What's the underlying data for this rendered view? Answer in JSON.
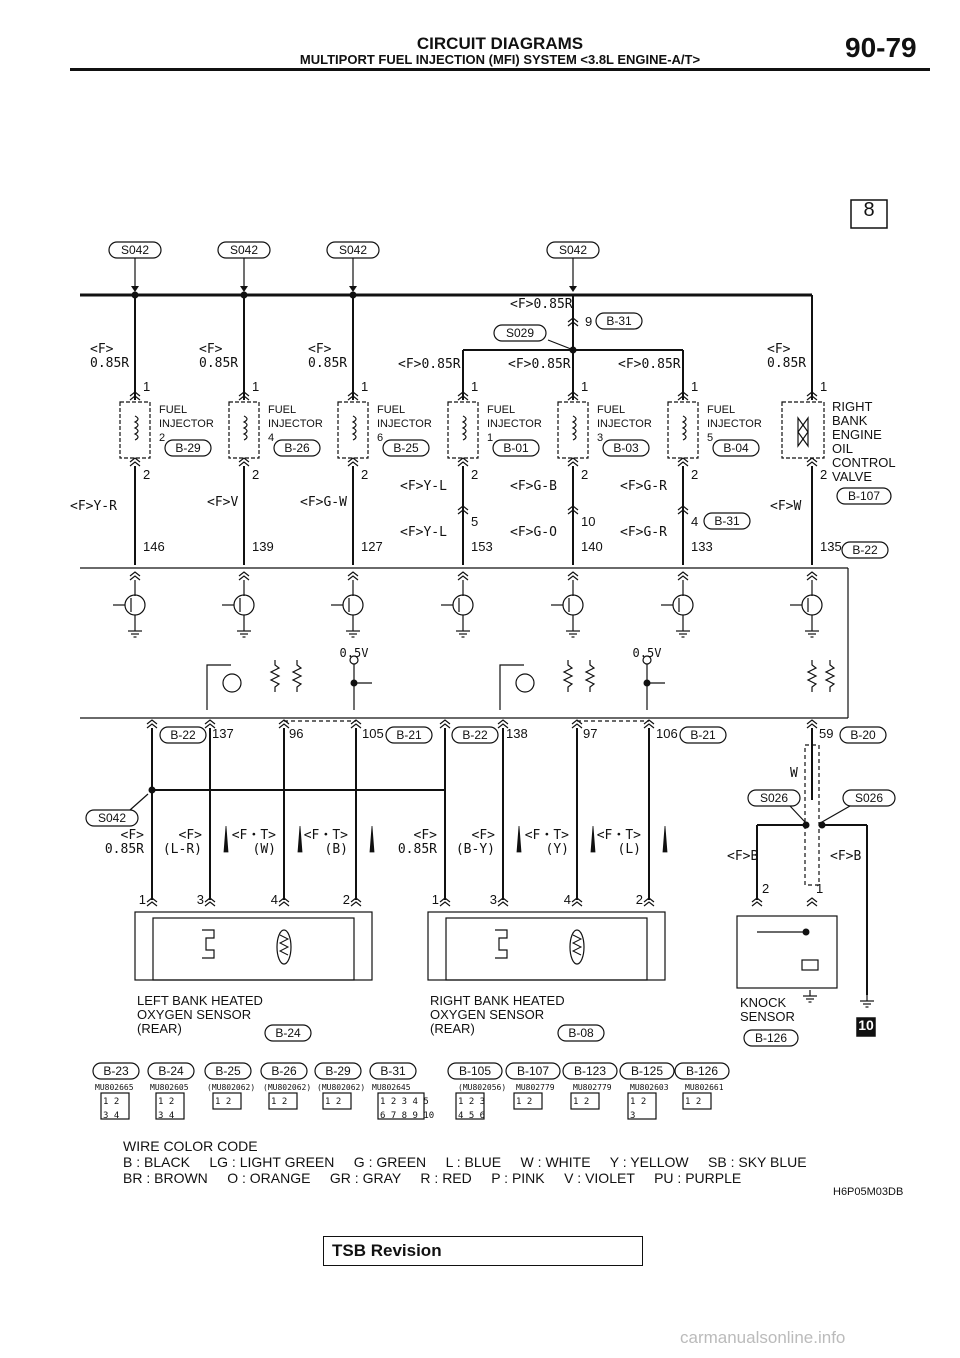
{
  "header": {
    "title": "CIRCUIT DIAGRAMS",
    "subtitle": "MULTIPORT FUEL INJECTION (MFI) SYSTEM <3.8L ENGINE-A/T>",
    "page_number": "90-79"
  },
  "sheet_number": "8",
  "continuation_number": "10",
  "diagram_code": "H6P05M03DB",
  "splices": {
    "s042": "S042",
    "s029": "S029",
    "s026": "S026"
  },
  "top_wire": {
    "f_label": "<F>0.85R",
    "pin": "9",
    "connector": "B-31"
  },
  "injectors": [
    {
      "name": "FUEL\nINJECTOR\n2",
      "connector": "B-29",
      "top_wire": "<F>\n0.85R",
      "bottom_wire": "<F>Y-R",
      "pin_top": "1",
      "pin_bottom": "2",
      "ecu_pin": "146"
    },
    {
      "name": "FUEL\nINJECTOR\n4",
      "connector": "B-26",
      "top_wire": "<F>\n0.85R",
      "bottom_wire": "<F>V",
      "pin_top": "1",
      "pin_bottom": "2",
      "ecu_pin": "139"
    },
    {
      "name": "FUEL\nINJECTOR\n6",
      "connector": "B-25",
      "top_wire": "<F>\n0.85R",
      "bottom_wire": "<F>G-W",
      "pin_top": "1",
      "pin_bottom": "2",
      "ecu_pin": "127"
    },
    {
      "name": "FUEL\nINJECTOR\n1",
      "connector": "B-01",
      "top_wire": "<F>0.85R",
      "bottom_wire": "<F>Y-L",
      "pin_top": "1",
      "pin_bottom": "2",
      "ecu_pin": "153"
    },
    {
      "name": "FUEL\nINJECTOR\n3",
      "connector": "B-03",
      "top_wire": "<F>0.85R",
      "bottom_wire": "<F>G-B",
      "pin_top": "1",
      "pin_bottom": "2",
      "ecu_pin": "140"
    },
    {
      "name": "FUEL\nINJECTOR\n5",
      "connector": "B-04",
      "top_wire": "<F>0.85R",
      "bottom_wire": "<F>G-R",
      "pin_top": "1",
      "pin_bottom": "2",
      "ecu_pin": "133"
    }
  ],
  "oil_valve": {
    "name": "RIGHT\nBANK\nENGINE\nOIL\nCONTROL\nVALVE",
    "connector": "B-107",
    "top_wire": "<F>\n0.85R",
    "bottom_wire": "<F>W",
    "pin_top": "1",
    "pin_bottom": "2",
    "ecu_pin": "135",
    "ecu_connector": "B-22"
  },
  "b31_mid": {
    "wire_153": "<F>Y-L",
    "wire_140": "<F>G-O",
    "wire_133": "<F>G-R",
    "pin_153": "5",
    "pin_140": "10",
    "pin_133": "4",
    "connector": "B-31"
  },
  "ecu_voltage": "0.5V",
  "sensor_ecu_pins": {
    "left_conn": "B-22",
    "left_p1": "137",
    "left_p2": "96",
    "left_p3": "105",
    "left_conn2": "B-21",
    "right_conn": "B-22",
    "right_p1": "138",
    "right_p2": "97",
    "right_p3": "106",
    "right_conn2": "B-21",
    "knock_pin": "59",
    "knock_conn": "B-20"
  },
  "left_sensor": {
    "name": "LEFT BANK HEATED\nOXYGEN SENSOR\n(REAR)",
    "connector": "B-24",
    "wires": [
      "<F>\n0.85R",
      "<F>\n(L-R)",
      "<F・T>\n(W)",
      "<F・T>\n(B)"
    ],
    "pins": [
      "1",
      "3",
      "4",
      "2"
    ]
  },
  "right_sensor": {
    "name": "RIGHT BANK HEATED\nOXYGEN SENSOR\n(REAR)",
    "connector": "B-08",
    "wires": [
      "<F>\n0.85R",
      "<F>\n(B-Y)",
      "<F・T>\n(Y)",
      "<F・T>\n(L)"
    ],
    "pins": [
      "1",
      "3",
      "4",
      "2"
    ]
  },
  "knock_sensor": {
    "name": "KNOCK\nSENSOR",
    "connector": "B-126",
    "shield_color": "W",
    "wire_left": "<F>B",
    "wire_right": "<F>B",
    "pin_left": "2",
    "pin_right": "1"
  },
  "connectors_legend": [
    {
      "id": "B-23",
      "part": "MU802665",
      "pins": "1 2\n3 4"
    },
    {
      "id": "B-24",
      "part": "MU802605",
      "pins": "1 2\n3 4"
    },
    {
      "id": "B-25",
      "part": "(MU802062)",
      "pins": "1 2"
    },
    {
      "id": "B-26",
      "part": "(MU802062)",
      "pins": "1 2"
    },
    {
      "id": "B-29",
      "part": "(MU802062)",
      "pins": "1 2"
    },
    {
      "id": "B-31",
      "part": "MU802645",
      "pins": "1 2 3 4 5\n6 7 8 9 10"
    },
    {
      "id": "B-105",
      "part": "(MU802056)",
      "pins": "1 2 3\n4 5 6"
    },
    {
      "id": "B-107",
      "part": "MU802779",
      "pins": "1 2"
    },
    {
      "id": "B-123",
      "part": "MU802779",
      "pins": "1 2"
    },
    {
      "id": "B-125",
      "part": "MU802603",
      "pins": "1 2\n3"
    },
    {
      "id": "B-126",
      "part": "MU802661",
      "pins": "1 2"
    }
  ],
  "wire_color_code": {
    "title": "WIRE COLOR CODE",
    "line1": "B : BLACK     LG : LIGHT GREEN     G : GREEN     L : BLUE     W : WHITE     Y : YELLOW     SB : SKY BLUE",
    "line2": "BR : BROWN     O : ORANGE     GR : GRAY     R : RED     P : PINK     V : VIOLET     PU : PURPLE"
  },
  "tsb_revision": "TSB Revision",
  "footer": "carmanualsonline.info"
}
